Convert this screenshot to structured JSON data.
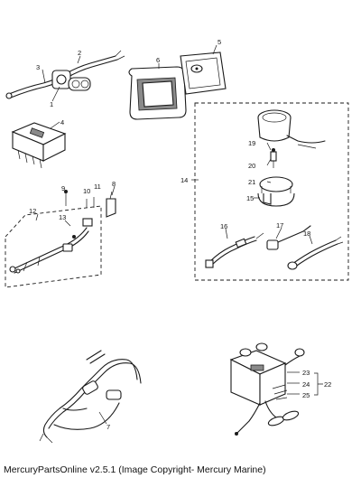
{
  "caption": "MercuryPartsOnline v2.5.1 (Image Copyright- Mercury Marine)",
  "callouts": {
    "c1": "1",
    "c2": "2",
    "c3": "3",
    "c4": "4",
    "c5": "5",
    "c6": "6",
    "c7": "7",
    "c8": "8",
    "c9": "9",
    "c10": "10",
    "c11": "11",
    "c12": "12",
    "c13": "13",
    "c14": "14",
    "c15": "15",
    "c16": "16",
    "c17": "17",
    "c18": "18",
    "c19": "19",
    "c20": "20",
    "c21": "21",
    "c22": "22",
    "c23": "23",
    "c24": "24",
    "c25": "25"
  }
}
